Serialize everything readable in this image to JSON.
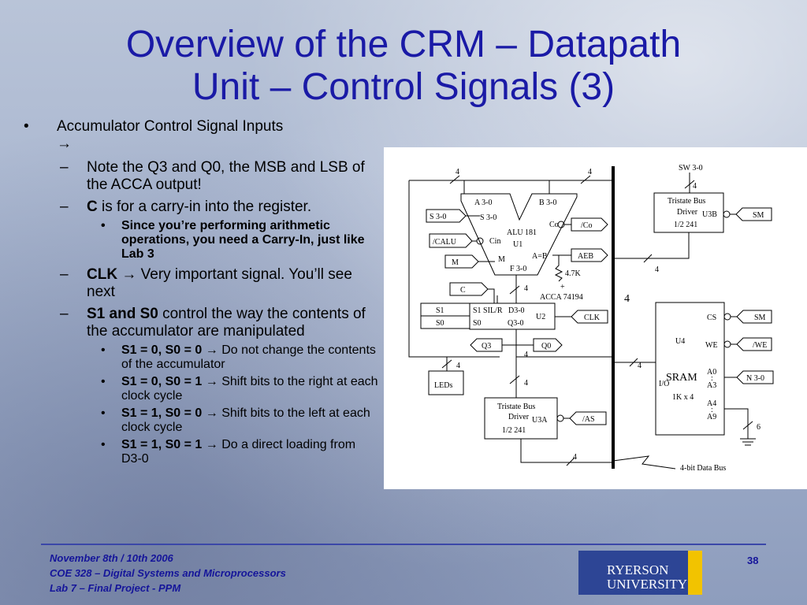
{
  "slide": {
    "title_line1": "Overview of the CRM – Datapath",
    "title_line2": "Unit – Control Signals (3)",
    "bullets": {
      "b1_text": "Accumulator Control Signal Inputs",
      "b1_arrow": "→",
      "sub1": "Note the Q3 and Q0, the MSB and LSB of the ACCA output!",
      "sub2_bold": "C",
      "sub2_rest": " is for a carry-in into the register.",
      "sub2_child": "Since you’re performing arithmetic operations, you need a Carry-In, just like Lab 3",
      "sub3_bold": "CLK",
      "sub3_arrow": "→",
      "sub3_rest": " Very important signal. You’ll see next",
      "sub4_bold": "S1 and S0",
      "sub4_rest": " control the way the contents of the accumulator are manipulated",
      "opt1_bold": "S1 = 0, S0 = 0",
      "opt1_rest": " Do not change the contents of the accumulator",
      "opt2_bold": "S1 = 0, S0 = 1",
      "opt2_rest": " Shift bits to the right at each clock cycle",
      "opt3_bold": "S1 = 1, S0 = 0",
      "opt3_rest": " Shift bits to the left at each clock cycle",
      "opt4_bold": "S1 = 1, S0 = 1",
      "opt4_rest": " Do a direct loading from D3-0",
      "arrow": "→",
      "dot": "•",
      "dash": "–"
    }
  },
  "diagram": {
    "alu_a": "A 3-0",
    "alu_b": "B 3-0",
    "alu_s": "S 3-0",
    "alu_cin": "Cin",
    "alu_name": "ALU 181",
    "alu_u": "U1",
    "alu_m": "M",
    "alu_ab": "A=B",
    "alu_f": "F 3-0",
    "alu_co": "Co",
    "in_s30": "S 3-0",
    "in_calu": "/CALU",
    "in_m": "M",
    "out_co": "/Co",
    "out_aeb": "AEB",
    "res": "4.7K",
    "plus": "+",
    "acc_name": "ACCA 74194",
    "acc_s1sil": "S1 SIL/R",
    "acc_d30": "D3-0",
    "acc_s0": "S0",
    "acc_q30": "Q3-0",
    "acc_u": "U2",
    "in_c": "C",
    "in_s1": "S1",
    "in_s0": "S0",
    "in_clk": "CLK",
    "q3": "Q3",
    "q0": "Q0",
    "leds": "LEDs",
    "tri3a_l1": "Tristate Bus",
    "tri3a_l2": "Driver",
    "tri3a_u": "U3A",
    "tri3a_part": "1/2 241",
    "in_as": "/AS",
    "tri3b_l1": "Tristate Bus",
    "tri3b_l2": "Driver",
    "tri3b_u": "U3B",
    "tri3b_part": "1/2 241",
    "in_sm": "SM",
    "sw": "SW 3-0",
    "sram_cs": "CS",
    "sram_we": "WE",
    "sram_u": "U4",
    "sram_io": "I/O",
    "sram_name": "SRAM",
    "sram_size": "1K x 4",
    "sram_a0": "A0",
    "sram_a3": "A3",
    "sram_a4": "A4",
    "sram_a9": "A9",
    "sram_dot": ":",
    "in_sm2": "SM",
    "in_we": "/WE",
    "in_n30": "N 3-0",
    "bus4": "4",
    "bus_label": "4-bit Data Bus",
    "w4": "4",
    "w6": "6"
  },
  "footer": {
    "line1": "November 8th / 10th 2006",
    "line2": "COE 328 – Digital Systems and Microprocessors",
    "line3": "Lab 7 – Final Project - PPM",
    "page": "38",
    "logo_l1": "RYERSON",
    "logo_l2": "UNIVERSITY"
  }
}
